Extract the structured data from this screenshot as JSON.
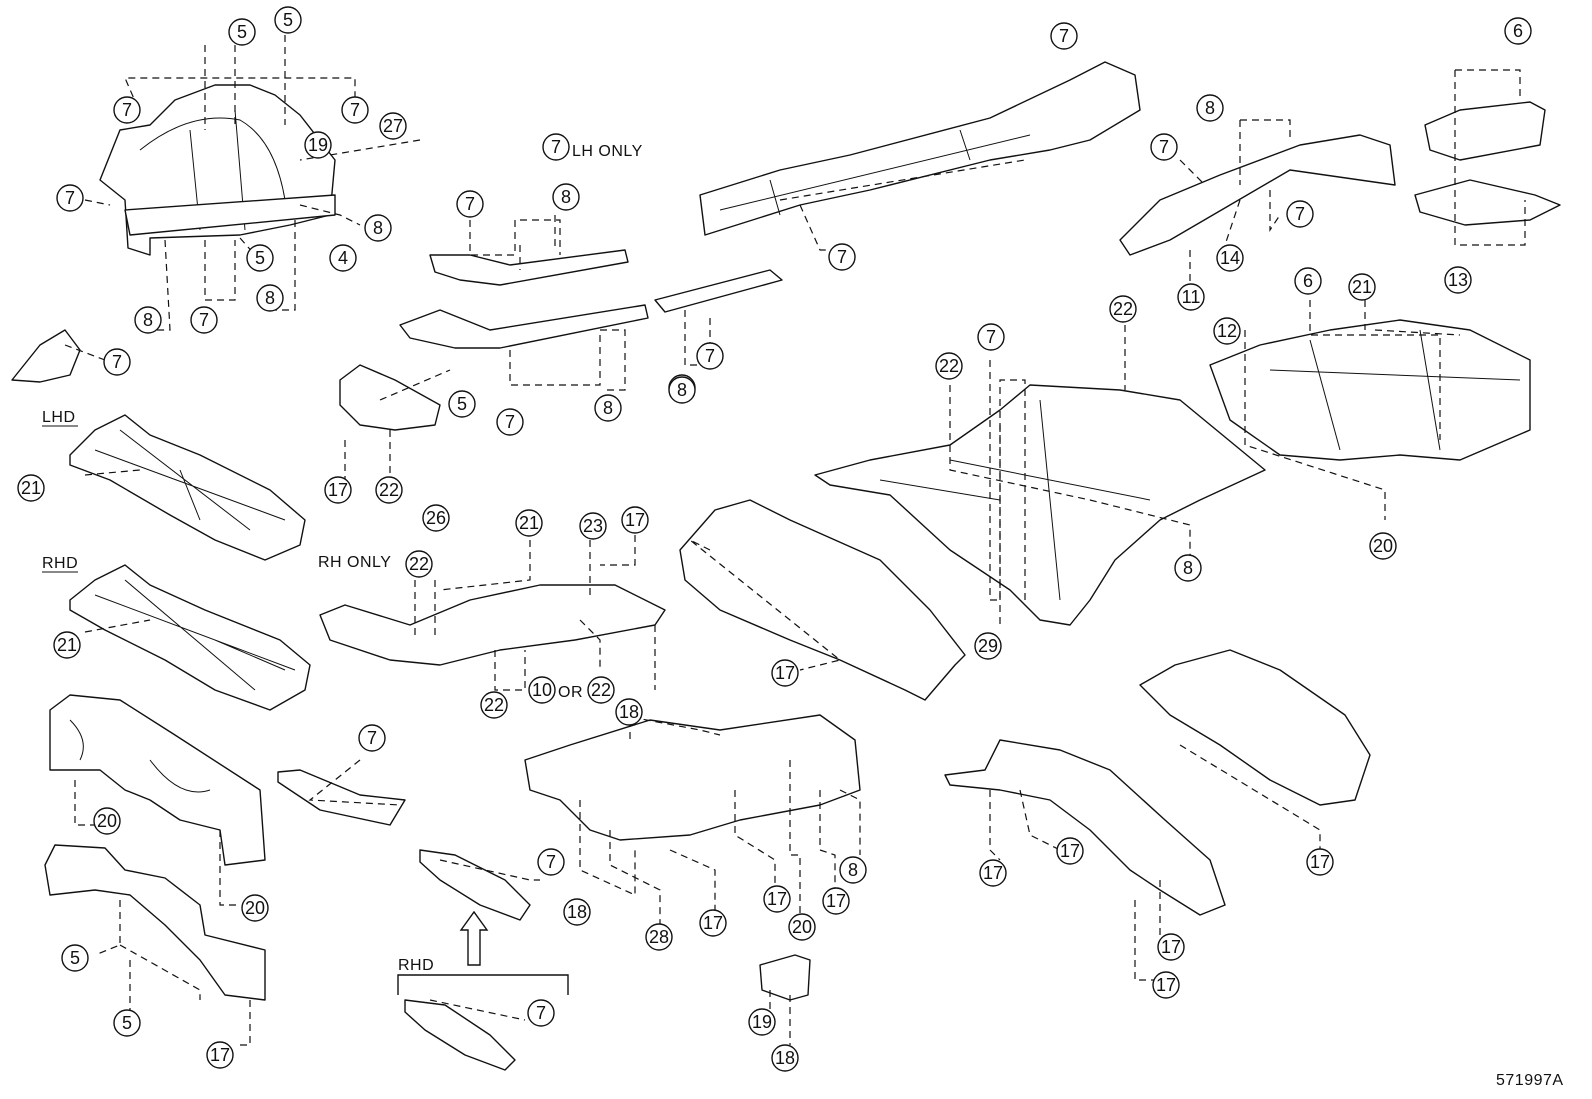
{
  "notes": {
    "lh_only": "LH ONLY",
    "rh_only": "RH ONLY",
    "lhd": "LHD",
    "rhd_1": "RHD",
    "rhd_2": "RHD",
    "or": "OR"
  },
  "diagram_code": "571997A",
  "callouts": [
    "5",
    "5",
    "7",
    "7",
    "19",
    "27",
    "7",
    "8",
    "4",
    "5",
    "8",
    "7",
    "8",
    "7",
    "7",
    "8",
    "7",
    "8",
    "5",
    "17",
    "22",
    "7",
    "8",
    "8",
    "7",
    "7",
    "7",
    "8",
    "7",
    "7",
    "14",
    "11",
    "6",
    "13",
    "21",
    "21",
    "20",
    "20",
    "5",
    "5",
    "17",
    "26",
    "21",
    "23",
    "17",
    "22",
    "22",
    "10",
    "22",
    "17",
    "7",
    "22",
    "22",
    "29",
    "8",
    "6",
    "21",
    "12",
    "20",
    "7",
    "18",
    "18",
    "28",
    "17",
    "17",
    "20",
    "17",
    "8",
    "19",
    "18",
    "7",
    "7",
    "17",
    "17",
    "17",
    "17",
    "17"
  ]
}
